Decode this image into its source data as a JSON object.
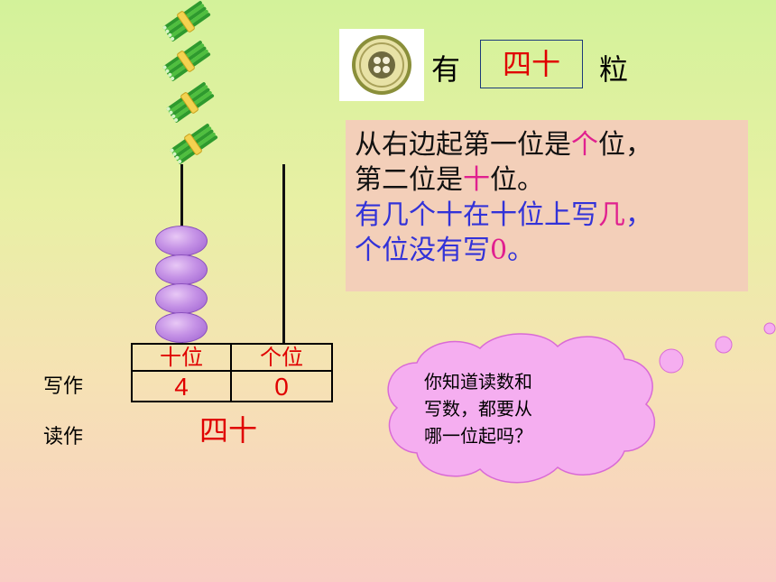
{
  "header": {
    "has_label": "有",
    "answer": "四十",
    "unit_label": "粒"
  },
  "rule": {
    "line1_a": "从右边起第一位是",
    "line1_b": "个",
    "line1_c": "位，",
    "line2_a": "第二位是",
    "line2_b": "十",
    "line2_c": "位。",
    "line3_a": "有几个十在十位上写",
    "line3_b": "几",
    "line3_c": "，",
    "line4_a": "个位没有写",
    "line4_b": "0",
    "line4_c": "。"
  },
  "table": {
    "tens_header": "十位",
    "ones_header": "个位",
    "tens_digit": "4",
    "ones_digit": "0"
  },
  "labels": {
    "write_as": "写作",
    "read_as": "读作",
    "read_value": "四十"
  },
  "bubble": {
    "line1": "你知道读数和",
    "line2": "写数，都要从",
    "line3": "哪一位起吗？"
  },
  "abacus": {
    "tens_beads": 4,
    "ones_beads": 0
  },
  "colors": {
    "highlight_red": "#e00000",
    "rule_blue": "#3232d8",
    "bead_purple": "#c592e6",
    "bubble_magenta": "#f5aef0"
  }
}
